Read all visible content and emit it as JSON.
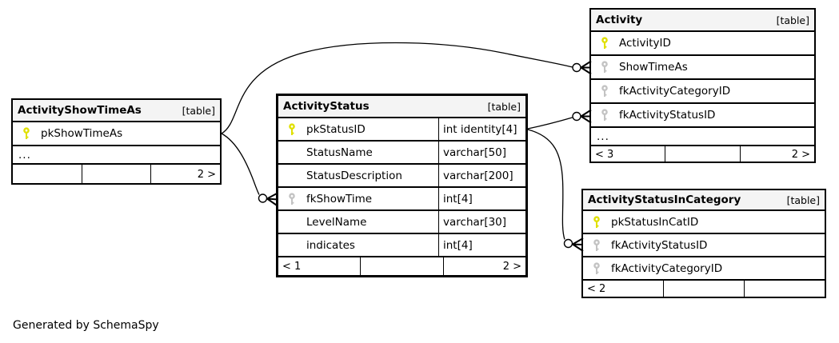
{
  "note": "Generated by SchemaSpy",
  "colors": {
    "header_bg": "#f4f4f4",
    "border": "#000000",
    "primary_key": "#e0e000",
    "foreign_key": "#c3c3c3",
    "background": "#ffffff"
  },
  "tables": {
    "activity_show_time_as": {
      "name": "ActivityShowTimeAs",
      "tag": "[table]",
      "rows": [
        {
          "name": "pkShowTimeAs",
          "key": "pk"
        }
      ],
      "ellipsis": "...",
      "footer": {
        "left": "",
        "middle": "",
        "right": "2 >"
      }
    },
    "activity_status": {
      "name": "ActivityStatus",
      "tag": "[table]",
      "rows": [
        {
          "name": "pkStatusID",
          "type": "int identity[4]",
          "key": "pk"
        },
        {
          "name": "StatusName",
          "type": "varchar[50]",
          "key": ""
        },
        {
          "name": "StatusDescription",
          "type": "varchar[200]",
          "key": ""
        },
        {
          "name": "fkShowTime",
          "type": "int[4]",
          "key": "fk"
        },
        {
          "name": "LevelName",
          "type": "varchar[30]",
          "key": ""
        },
        {
          "name": "indicates",
          "type": "int[4]",
          "key": ""
        }
      ],
      "footer": {
        "left": "< 1",
        "middle": "",
        "right": "2 >"
      }
    },
    "activity": {
      "name": "Activity",
      "tag": "[table]",
      "rows": [
        {
          "name": "ActivityID",
          "key": "pk"
        },
        {
          "name": "ShowTimeAs",
          "key": "fk"
        },
        {
          "name": "fkActivityCategoryID",
          "key": "fk"
        },
        {
          "name": "fkActivityStatusID",
          "key": "fk"
        }
      ],
      "ellipsis": "...",
      "footer": {
        "left": "< 3",
        "middle": "",
        "right": "2 >"
      }
    },
    "activity_status_in_category": {
      "name": "ActivityStatusInCategory",
      "tag": "[table]",
      "rows": [
        {
          "name": "pkStatusInCatID",
          "key": "pk"
        },
        {
          "name": "fkActivityStatusID",
          "key": "fk"
        },
        {
          "name": "fkActivityCategoryID",
          "key": "fk"
        }
      ],
      "footer": {
        "left": "< 2",
        "middle": "",
        "right": ""
      }
    }
  },
  "relationships": [
    {
      "from": "ActivityShowTimeAs.pkShowTimeAs",
      "to": "Activity.ShowTimeAs",
      "to_marker": "zero-or-many"
    },
    {
      "from": "ActivityShowTimeAs.pkShowTimeAs",
      "to": "ActivityStatus.fkShowTime",
      "to_marker": "zero-or-many"
    },
    {
      "from": "ActivityStatus.pkStatusID",
      "to": "Activity.fkActivityStatusID",
      "to_marker": "zero-or-many"
    },
    {
      "from": "ActivityStatus.pkStatusID",
      "to": "ActivityStatusInCategory.fkActivityStatusID",
      "to_marker": "zero-or-many"
    }
  ]
}
